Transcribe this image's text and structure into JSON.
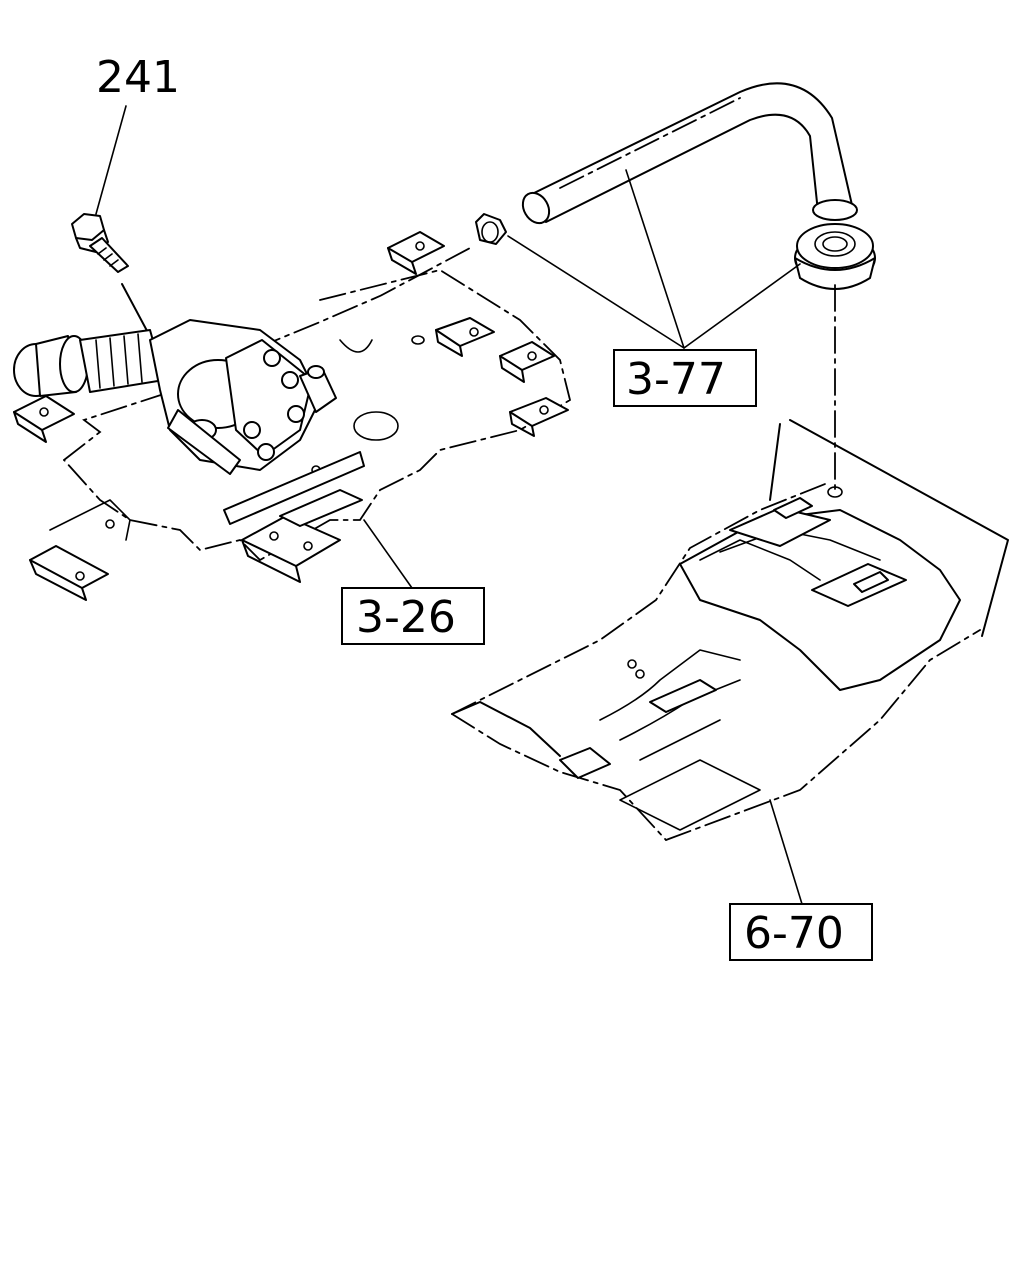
{
  "callouts": {
    "bolt": "241",
    "hose_clip": "3-77",
    "bracket": "3-26",
    "floor_panel": "6-70"
  }
}
